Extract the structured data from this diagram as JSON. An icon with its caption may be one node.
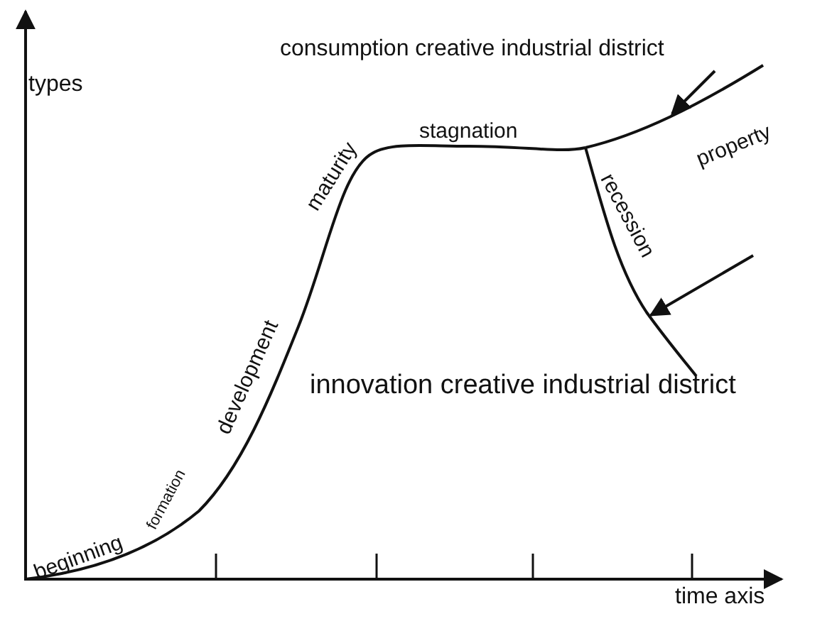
{
  "diagram": {
    "nodes": [
      {
        "text": [],
        "shape": "line"
      },
      {
        "text": [],
        "shape": "line"
      }
    ],
    "edges": [
      {
        "from": null,
        "to": 0,
        "arrow": "to"
      },
      {
        "from": null,
        "to": 1,
        "arrow": "to"
      }
    ],
    "labels": [
      "consumption creative industrial district",
      "types",
      "stagnation",
      "maturity",
      "property",
      "development",
      "recession",
      "innovation creative industrial district",
      "formation",
      "beginning",
      "time axis"
    ]
  }
}
